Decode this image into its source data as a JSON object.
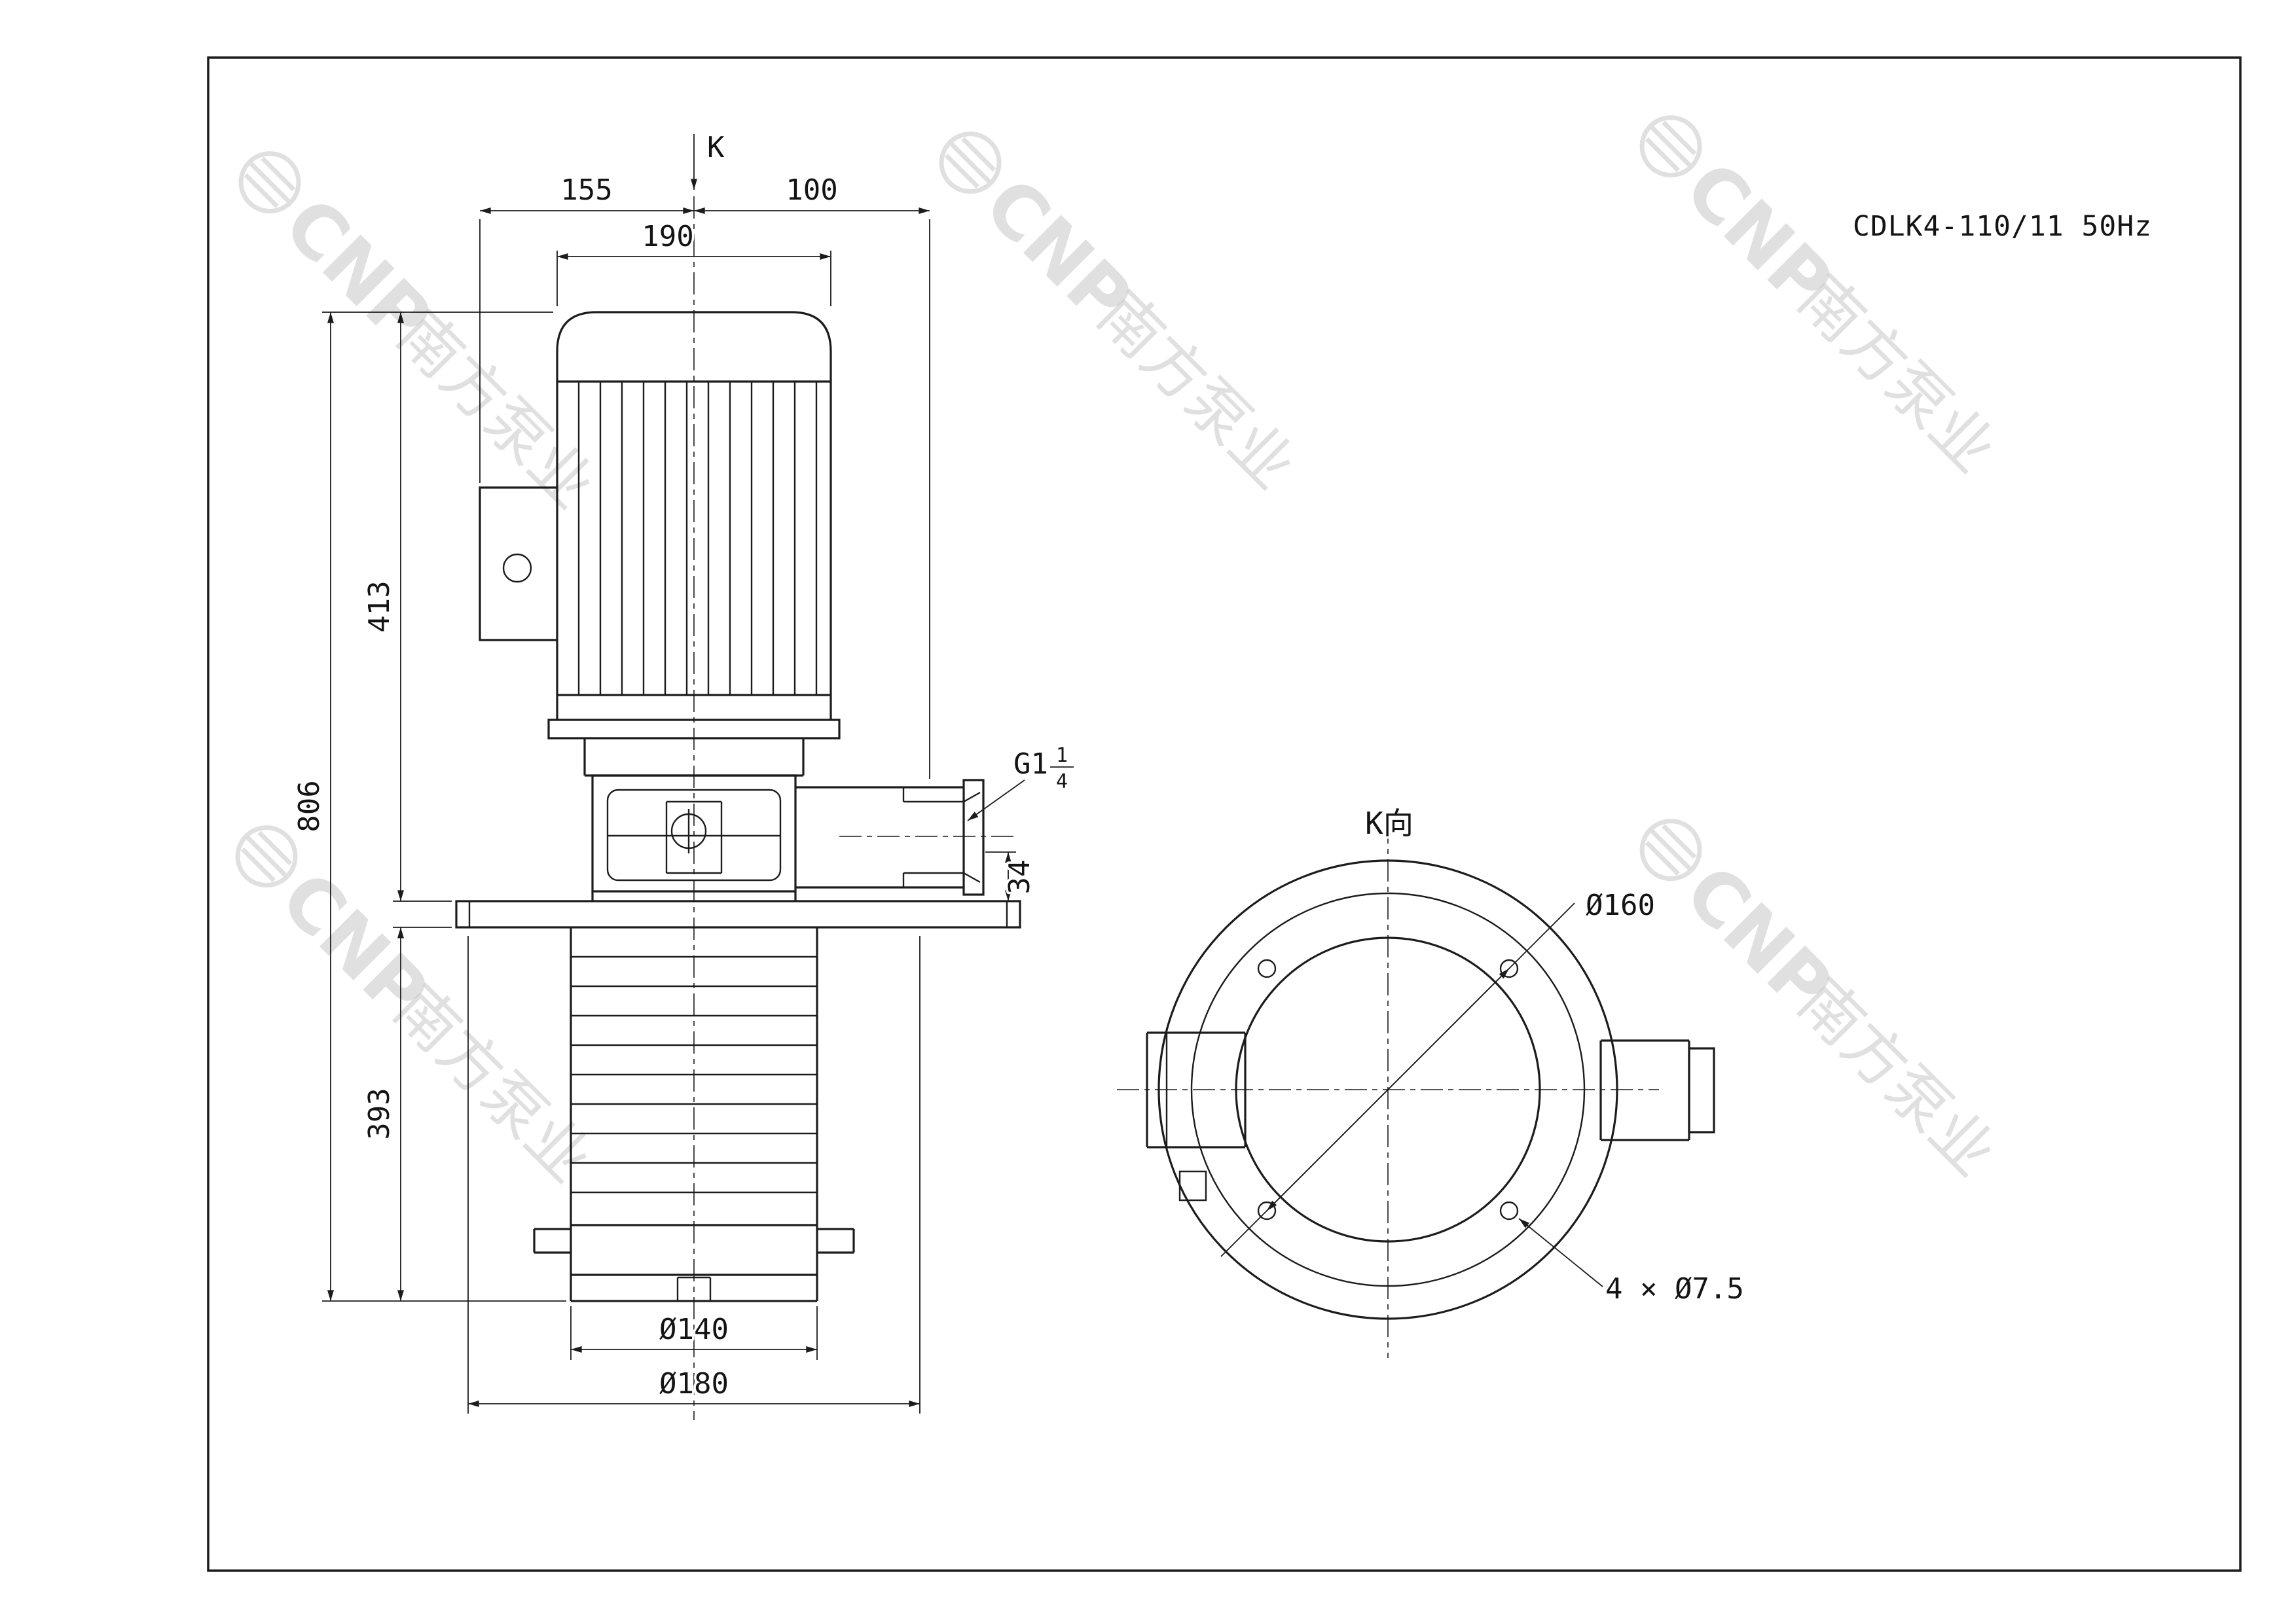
{
  "title_block": {
    "model": "CDLK4-110/11 50Hz"
  },
  "colors": {
    "ink": "#1c1c1c",
    "watermark": "#c7c7c7",
    "paper": "#ffffff"
  },
  "watermark": {
    "brand": "CNP",
    "brand_cn": "南方泵业"
  },
  "side_view": {
    "view_arrow_label": "K",
    "dim_155": "155",
    "dim_100": "100",
    "dim_190": "190",
    "dim_413": "413",
    "dim_806": "806",
    "dim_393": "393",
    "dim_34": "34",
    "thread": {
      "prefix": "G1",
      "numerator": "1",
      "denominator": "4"
    },
    "dim_d140": "Ø140",
    "dim_d180": "Ø180"
  },
  "k_view": {
    "title": "K向",
    "dim_d160": "Ø160",
    "dim_holes": "4 × Ø7.5"
  }
}
